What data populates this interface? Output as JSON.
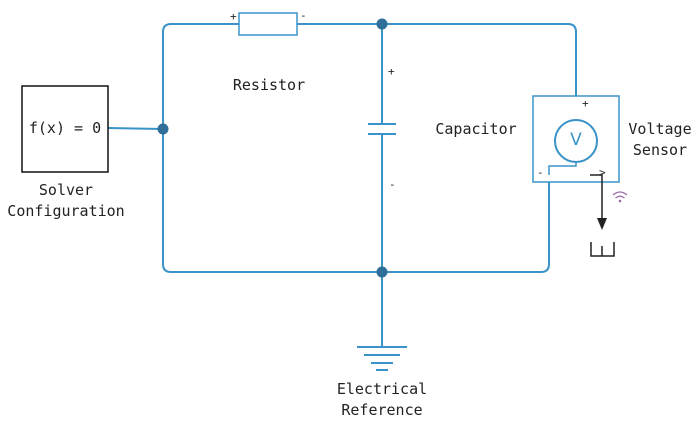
{
  "colors": {
    "wire": "#3a93c8",
    "node": "#2f6f99",
    "block": "#111111",
    "sensor_fill": "#ffffff",
    "dark": "#222222"
  },
  "solver": {
    "expr": "f(x) = 0",
    "line1": "Solver",
    "line2": "Configuration"
  },
  "resistor": {
    "label": "Resistor",
    "plus": "+",
    "minus": "-"
  },
  "capacitor": {
    "label": "Capacitor",
    "plus": "+",
    "minus": "-"
  },
  "sensor": {
    "line1": "Voltage",
    "line2": "Sensor",
    "symbol": "V",
    "plus": "+",
    "minus": "-",
    "out": ">"
  },
  "reference": {
    "line1": "Electrical",
    "line2": "Reference"
  }
}
